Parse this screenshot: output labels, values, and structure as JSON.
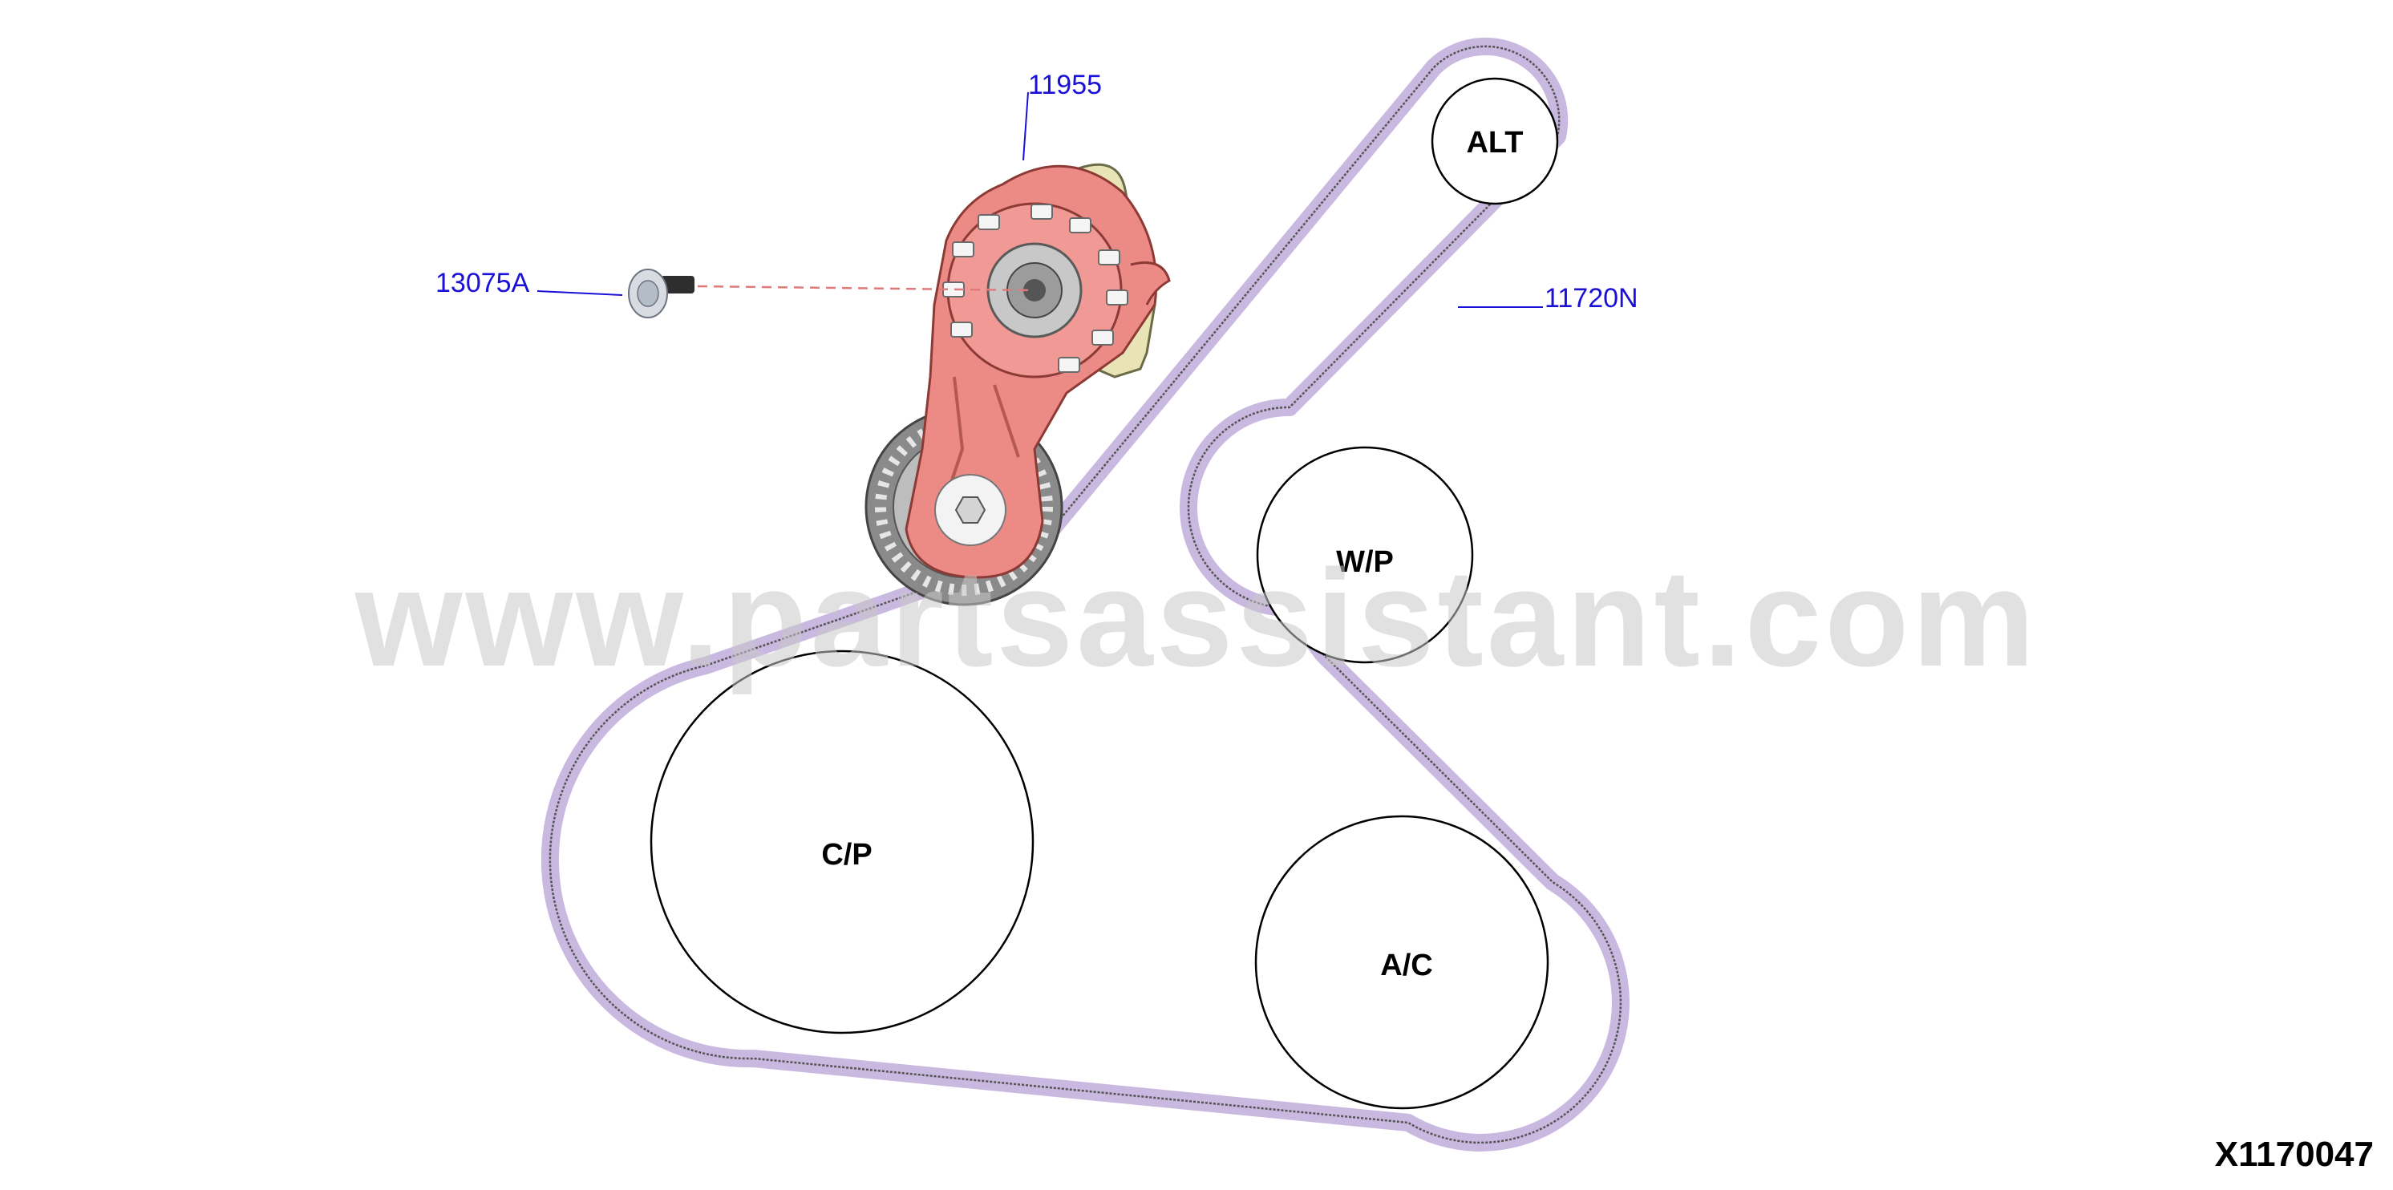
{
  "pulleys": {
    "alt": "ALT",
    "wp": "W/P",
    "cp": "C/P",
    "ac": "A/C"
  },
  "callouts": {
    "tensioner": "11955",
    "bolt": "13075A",
    "belt": "11720N"
  },
  "watermark": "www.partsassistant.com",
  "figure_id": "X1170047",
  "colors": {
    "belt": "#c9b8e0",
    "tensioner": "#ec8a86",
    "callout_text": "#1a10d8"
  }
}
